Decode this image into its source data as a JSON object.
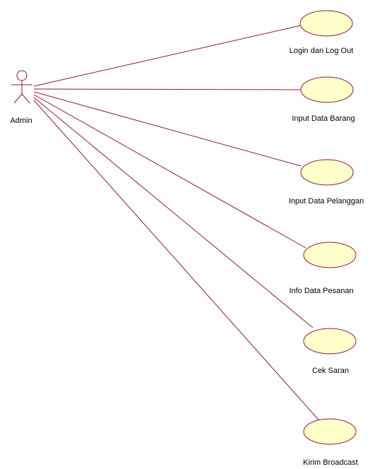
{
  "actor": {
    "label": "Admin",
    "icon": "stick-figure-actor-icon"
  },
  "use_cases": [
    {
      "label": "Login dan Log Out"
    },
    {
      "label": "Input Data Barang"
    },
    {
      "label": "Input Data Pelanggan"
    },
    {
      "label": "Info Data Pesanan"
    },
    {
      "label": "Cek Saran"
    },
    {
      "label": "Kirim Broadcast"
    }
  ],
  "colors": {
    "line": "#8b1a3a",
    "use_case_fill": "#ffffcc",
    "background": "#ffffff"
  }
}
